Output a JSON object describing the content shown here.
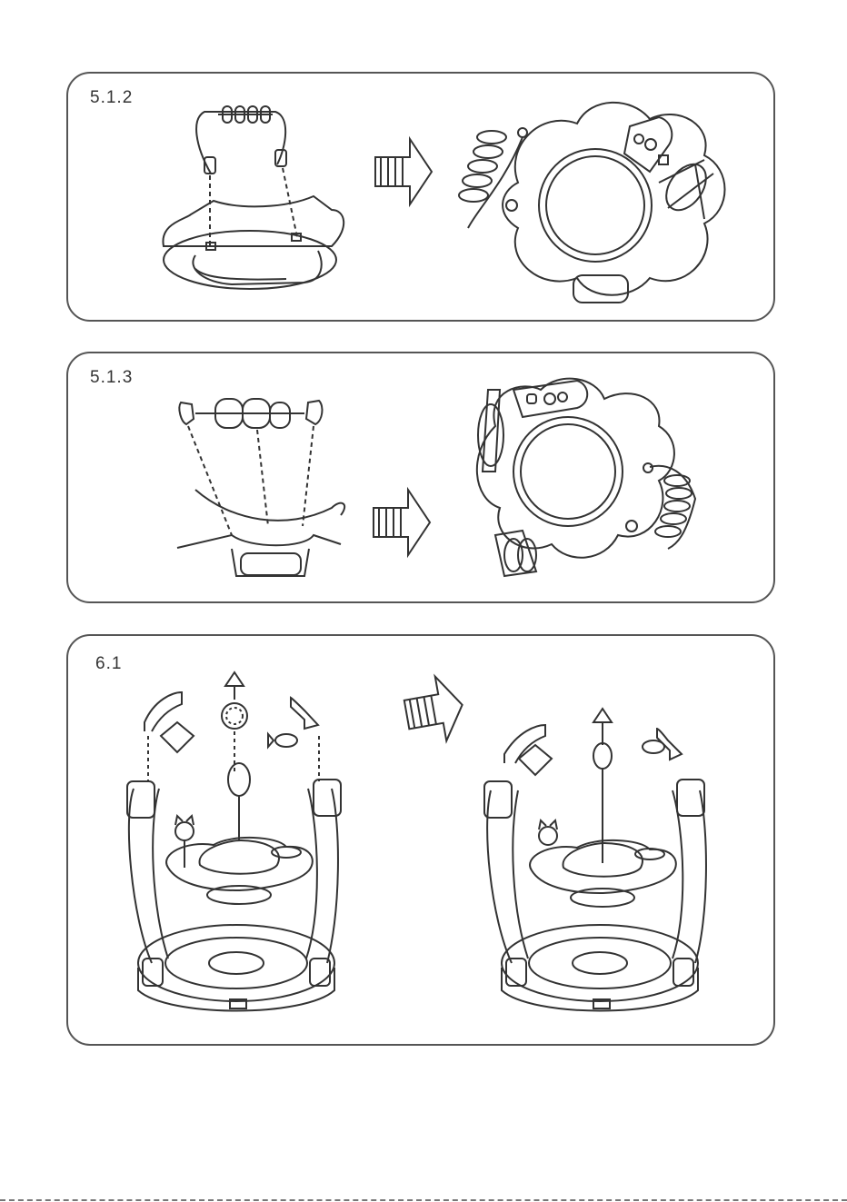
{
  "steps": [
    {
      "id": "step-5-1-2",
      "label": "5.1.2"
    },
    {
      "id": "step-5-1-3",
      "label": "5.1.3"
    },
    {
      "id": "step-6-1",
      "label": "6.1"
    }
  ],
  "icons": {
    "arrow": "striped-right-arrow-icon",
    "bead_toy": "bead-abacus-toy-icon",
    "seat": "activity-seat-icon",
    "jumper": "baby-jumper-icon"
  },
  "colors": {
    "line": "#333333",
    "panel_border": "#555555",
    "background": "#ffffff"
  }
}
